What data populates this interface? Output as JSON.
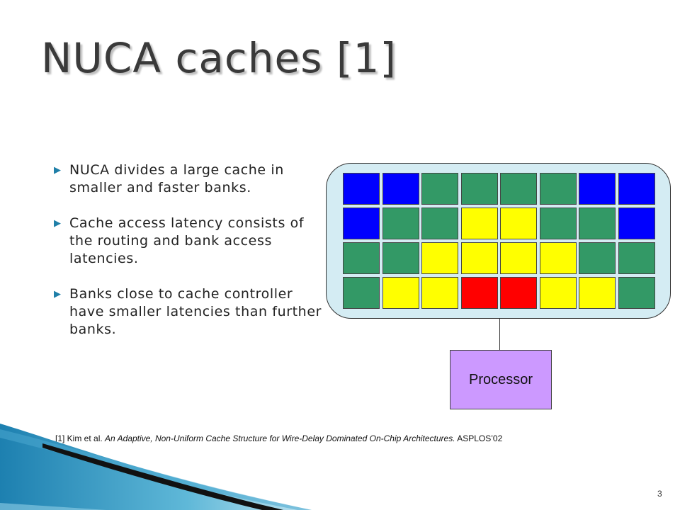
{
  "slide": {
    "title": "NUCA caches [1]",
    "page_number": "3"
  },
  "bullets": [
    {
      "marker": "▶",
      "text": "NUCA divides a large cache in smaller and faster banks."
    },
    {
      "marker": "▶",
      "text": "Cache access latency consists of the routing and bank access latencies."
    },
    {
      "marker": "▶",
      "text": "Banks close to cache controller have smaller latencies than further banks."
    }
  ],
  "diagram": {
    "processor_label": "Processor",
    "colors": {
      "blue": "#0000ff",
      "green": "#339966",
      "yellow": "#ffff00",
      "red": "#ff0000"
    },
    "bank_grid": [
      [
        "blue",
        "blue",
        "green",
        "green",
        "green",
        "green",
        "blue",
        "blue"
      ],
      [
        "blue",
        "green",
        "green",
        "yellow",
        "yellow",
        "green",
        "green",
        "blue"
      ],
      [
        "green",
        "green",
        "yellow",
        "yellow",
        "yellow",
        "yellow",
        "green",
        "green"
      ],
      [
        "green",
        "yellow",
        "yellow",
        "red",
        "red",
        "yellow",
        "yellow",
        "green"
      ]
    ]
  },
  "footnote": {
    "ref": "[1] Kim et al. ",
    "title": "An Adaptive, Non-Uniform Cache Structure for Wire-Delay Dominated On-Chip Architectures.",
    "venue": " ASPLOS’02"
  }
}
